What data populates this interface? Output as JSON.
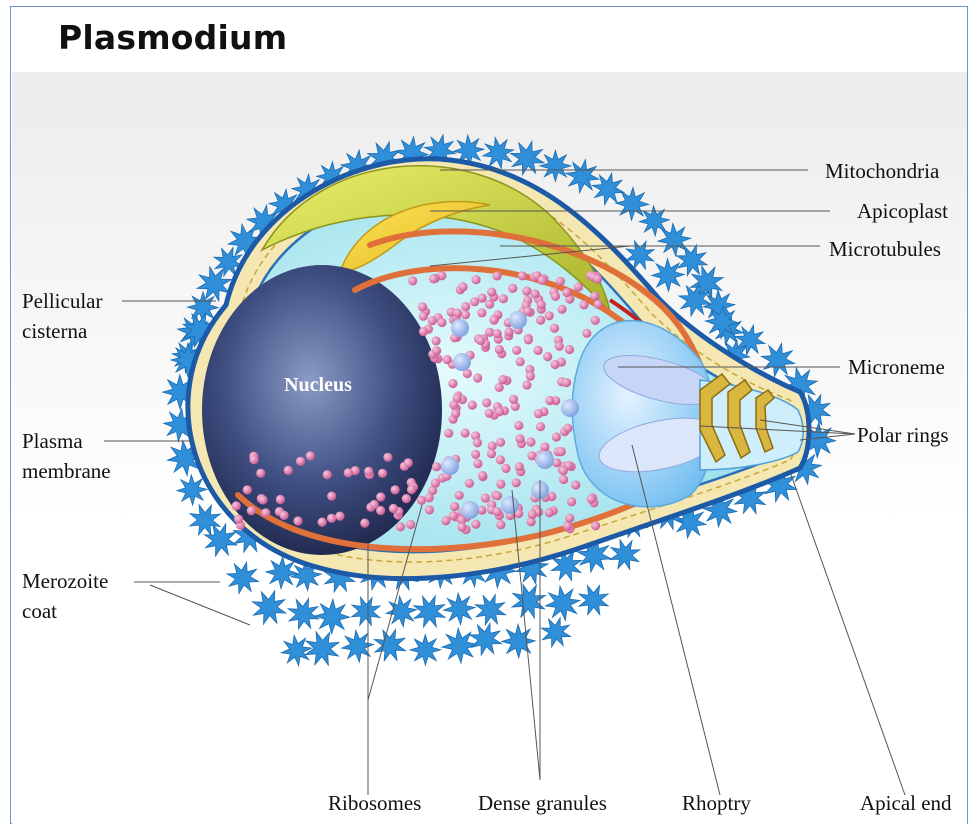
{
  "title": "Plasmodium",
  "structures": {
    "nucleus": "Nucleus",
    "mitochondria": "Mitochondria",
    "apicoplast": "Apicoplast",
    "microtubules": "Microtubules",
    "pellicular_cisterna": [
      "Pellicular",
      "cisterna"
    ],
    "microneme": "Microneme",
    "plasma_membrane": [
      "Plasma",
      "membrane"
    ],
    "polar_rings": "Polar rings",
    "merozoite_coat": [
      "Merozoite",
      "coat"
    ],
    "ribosomes": "Ribosomes",
    "dense_granules": "Dense granules",
    "rhoptry": "Rhoptry",
    "apical_end": "Apical end"
  },
  "colors": {
    "coat": "#2f8fd8",
    "membrane": "#1c5aa8",
    "nucleus": "#2c3a66",
    "cytoplasm": "#a8e6ee",
    "mitochondria": "#c8d23a",
    "microtubule": "#e0703a",
    "ribosome": "#d87aa8",
    "granule": "#8fb0e6",
    "rhoptry": "#a8d4f4",
    "polar_ring": "#c8a83a"
  }
}
